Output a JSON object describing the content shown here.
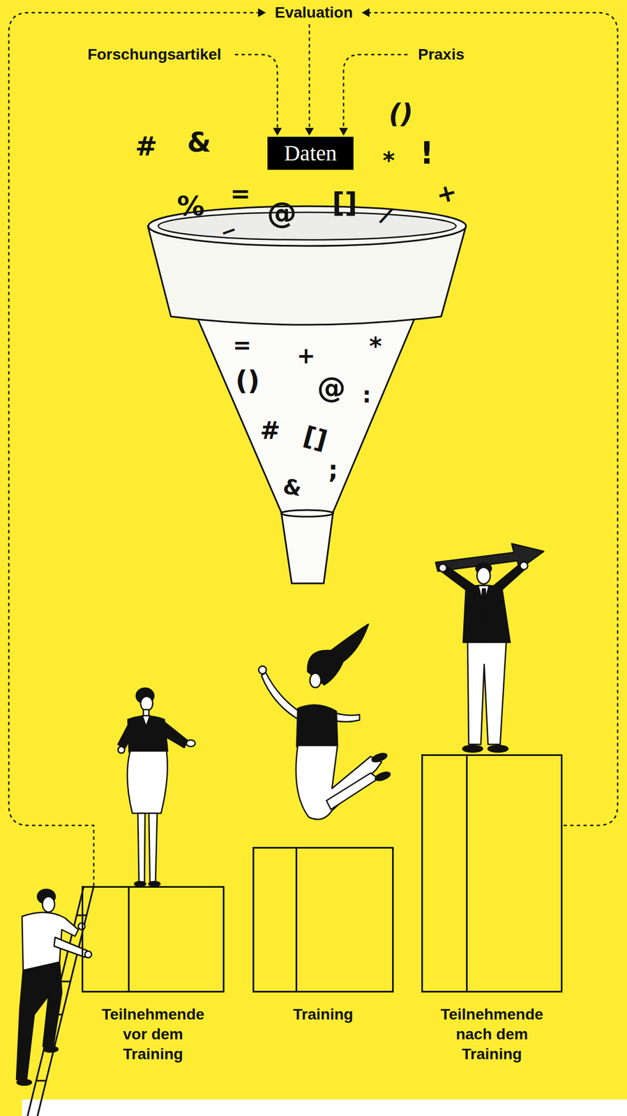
{
  "diagram": {
    "nodes": [
      {
        "text": [
          "Evaluation"
        ]
      },
      {
        "text": [
          "Forschungsartikel"
        ]
      },
      {
        "text": [
          "Praxis"
        ]
      },
      {
        "text": [
          "Daten"
        ]
      },
      {
        "text": [
          "Teilnehmende vor dem Training"
        ]
      },
      {
        "text": [
          "Training"
        ]
      },
      {
        "text": [
          "Teilnehmende nach dem Training"
        ]
      }
    ],
    "edges": [
      {
        "from": 1,
        "to": 3,
        "arrow": "to"
      },
      {
        "from": 0,
        "to": 3,
        "arrow": "to"
      },
      {
        "from": 2,
        "to": 3,
        "arrow": "to"
      },
      {
        "from": 4,
        "to": 0,
        "arrow": "to"
      },
      {
        "from": 6,
        "to": 0,
        "arrow": "to"
      }
    ],
    "labels": [
      "#",
      "&",
      "()",
      "*",
      "!",
      "%",
      "=",
      "_",
      "@",
      "[]",
      "/",
      "+",
      "=",
      "+",
      "*",
      "()",
      "@",
      ":",
      "#",
      "[]",
      ";",
      "&"
    ]
  }
}
